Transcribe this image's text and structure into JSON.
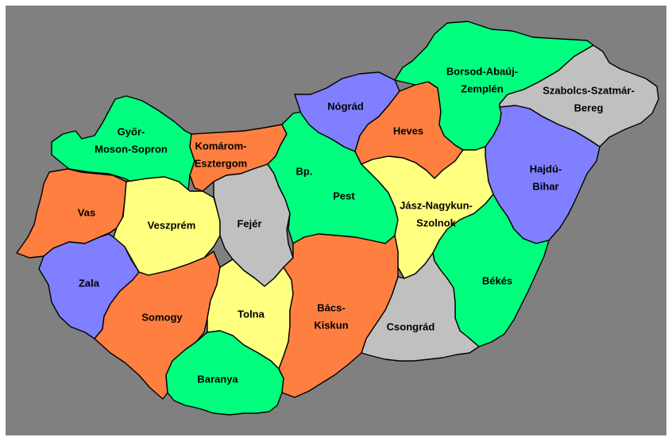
{
  "colors": {
    "background": "#808080",
    "green": "#00ff7f",
    "orange": "#ff7f40",
    "blue": "#7f7fff",
    "yellow": "#ffff80",
    "grey": "#c0c0c0"
  },
  "counties": [
    {
      "id": "gyor-moson-sopron",
      "lines": [
        "Győr-",
        "Moson-Sopron"
      ],
      "color": "green"
    },
    {
      "id": "komarom-esztergom",
      "lines": [
        "Komárom-",
        "Esztergom"
      ],
      "color": "orange"
    },
    {
      "id": "vas",
      "lines": [
        "Vas"
      ],
      "color": "orange"
    },
    {
      "id": "veszprem",
      "lines": [
        "Veszprém"
      ],
      "color": "yellow"
    },
    {
      "id": "fejer",
      "lines": [
        "Fejér"
      ],
      "color": "grey"
    },
    {
      "id": "budapest",
      "lines": [
        "Bp."
      ],
      "color": "grey"
    },
    {
      "id": "pest",
      "lines": [
        "Pest"
      ],
      "color": "green"
    },
    {
      "id": "nograd",
      "lines": [
        "Nógrád"
      ],
      "color": "blue"
    },
    {
      "id": "heves",
      "lines": [
        "Heves"
      ],
      "color": "orange"
    },
    {
      "id": "borsod-abauj-zemplen",
      "lines": [
        "Borsod-Abaúj-",
        "Zemplén"
      ],
      "color": "green"
    },
    {
      "id": "szabolcs-szatmar-bereg",
      "lines": [
        "Szabolcs-Szatmár-",
        "Bereg"
      ],
      "color": "grey"
    },
    {
      "id": "hajdu-bihar",
      "lines": [
        "Hajdú-",
        "Bihar"
      ],
      "color": "blue"
    },
    {
      "id": "jasz-nagykun-szolnok",
      "lines": [
        "Jász-Nagykun-",
        "Szolnok"
      ],
      "color": "yellow"
    },
    {
      "id": "bekes",
      "lines": [
        "Békés"
      ],
      "color": "green"
    },
    {
      "id": "csongrad",
      "lines": [
        "Csongrád"
      ],
      "color": "grey"
    },
    {
      "id": "bacs-kiskun",
      "lines": [
        "Bács-",
        "Kiskun"
      ],
      "color": "orange"
    },
    {
      "id": "tolna",
      "lines": [
        "Tolna"
      ],
      "color": "yellow"
    },
    {
      "id": "baranya",
      "lines": [
        "Baranya"
      ],
      "color": "green"
    },
    {
      "id": "somogy",
      "lines": [
        "Somogy"
      ],
      "color": "orange"
    },
    {
      "id": "zala",
      "lines": [
        "Zala"
      ],
      "color": "blue"
    }
  ]
}
